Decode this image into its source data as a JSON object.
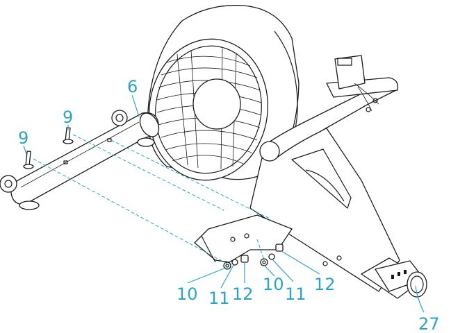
{
  "callouts": {
    "c6": "6",
    "c9a": "9",
    "c9b": "9",
    "c10a": "10",
    "c11a": "11",
    "c12a": "12",
    "c10b": "10",
    "c11b": "11",
    "c12b": "12",
    "c27": "27"
  },
  "colors": {
    "callout": "#2aa3c8",
    "line_art": "#1a1a1a",
    "background": "#ffffff"
  }
}
